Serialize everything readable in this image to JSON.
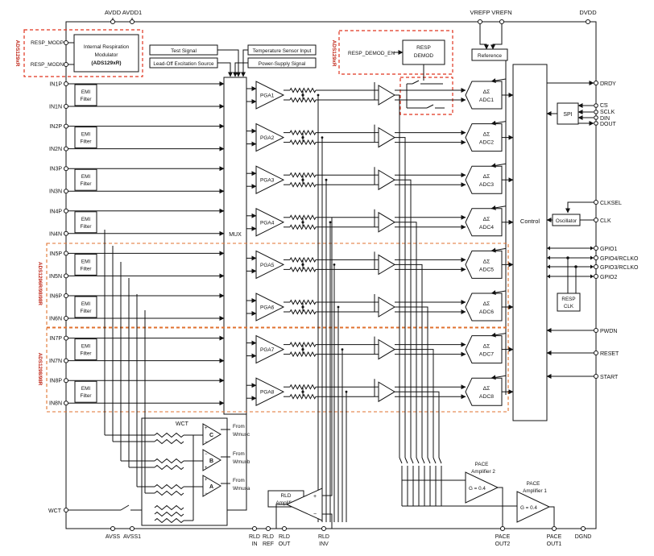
{
  "top_pins": {
    "avdd": "AVDD",
    "avdd1": "AVDD1",
    "vrefp": "VREFP",
    "vrefn": "VREFN",
    "dvdd": "DVDD"
  },
  "bottom_pins": {
    "avss": "AVSS",
    "avss1": "AVSS1",
    "rld_in": [
      "RLD",
      "IN"
    ],
    "rld_ref": [
      "RLD",
      "REF"
    ],
    "rld_out": [
      "RLD",
      "OUT"
    ],
    "rld_inv": [
      "RLD",
      "INV"
    ],
    "pace_out2": [
      "PACE",
      "OUT2"
    ],
    "pace_out1": [
      "PACE",
      "OUT1"
    ],
    "dgnd": "DGND"
  },
  "resp": {
    "modp": "RESP_MODP",
    "modn": "RESP_MODN",
    "modulator": [
      "Internal Respiration",
      "Modulator",
      "(ADS129xR)"
    ],
    "demod_en": "RESP_DEMOD_EN",
    "demod": [
      "RESP",
      "DEMOD"
    ],
    "side_label_left": "ADS129xR",
    "side_label_right": "ADS129xR"
  },
  "signal_boxes": {
    "test": "Test Signal",
    "leadoff": "Lead-Off Excitation Source",
    "temp": "Temperature Sensor Input",
    "power": "Power-Supply Signal"
  },
  "reference": "Reference",
  "mux": "MUX",
  "control": "Control",
  "emi": [
    "EMI",
    "Filter"
  ],
  "channels": [
    {
      "p": "IN1P",
      "n": "IN1N",
      "pga": "PGA1",
      "adc": [
        "ΔΣ",
        "ADC1"
      ]
    },
    {
      "p": "IN2P",
      "n": "IN2N",
      "pga": "PGA2",
      "adc": [
        "ΔΣ",
        "ADC2"
      ]
    },
    {
      "p": "IN3P",
      "n": "IN3N",
      "pga": "PGA3",
      "adc": [
        "ΔΣ",
        "ADC3"
      ]
    },
    {
      "p": "IN4P",
      "n": "IN4N",
      "pga": "PGA4",
      "adc": [
        "ΔΣ",
        "ADC4"
      ]
    },
    {
      "p": "IN5P",
      "n": "IN5N",
      "pga": "PGA5",
      "adc": [
        "ΔΣ",
        "ADC5"
      ]
    },
    {
      "p": "IN6P",
      "n": "IN6N",
      "pga": "PGA6",
      "adc": [
        "ΔΣ",
        "ADC6"
      ]
    },
    {
      "p": "IN7P",
      "n": "IN7N",
      "pga": "PGA7",
      "adc": [
        "ΔΣ",
        "ADC7"
      ]
    },
    {
      "p": "IN8P",
      "n": "IN8N",
      "pga": "PGA8",
      "adc": [
        "ΔΣ",
        "ADC8"
      ]
    }
  ],
  "group_labels": {
    "g1": "ADS1296R/98/98R",
    "g2": "ADS1298/98R"
  },
  "right_pins": {
    "drdy": "DRDY",
    "cs": "CS",
    "sclk": "SCLK",
    "din": "DIN",
    "dout": "DOUT",
    "clksel": "CLKSEL",
    "clk": "CLK",
    "gpio1": "GPIO1",
    "gpio4": "GPIO4/RCLKO",
    "gpio3": "GPIO3/RCLKO",
    "gpio2": "GPIO2",
    "pwdn": "PWDN",
    "reset": "RESET",
    "start": "START"
  },
  "spi": "SPI",
  "oscillator": "Oscillator",
  "resp_clk": [
    "RESP",
    "CLK"
  ],
  "wct": {
    "title": "WCT",
    "pin": "WCT",
    "amps": [
      "C",
      "B",
      "A"
    ],
    "from": [
      [
        "From",
        "Wmuxc"
      ],
      [
        "From",
        "Wmuxb"
      ],
      [
        "From",
        "Wmuxa"
      ]
    ]
  },
  "rld_amp": [
    "RLD",
    "Amplifier"
  ],
  "pace2": {
    "title": [
      "PACE",
      "Amplifier 2"
    ],
    "gain": "G = 0.4"
  },
  "pace1": {
    "title": [
      "PACE",
      "Amplifier 1"
    ],
    "gain": "G = 0.4"
  }
}
